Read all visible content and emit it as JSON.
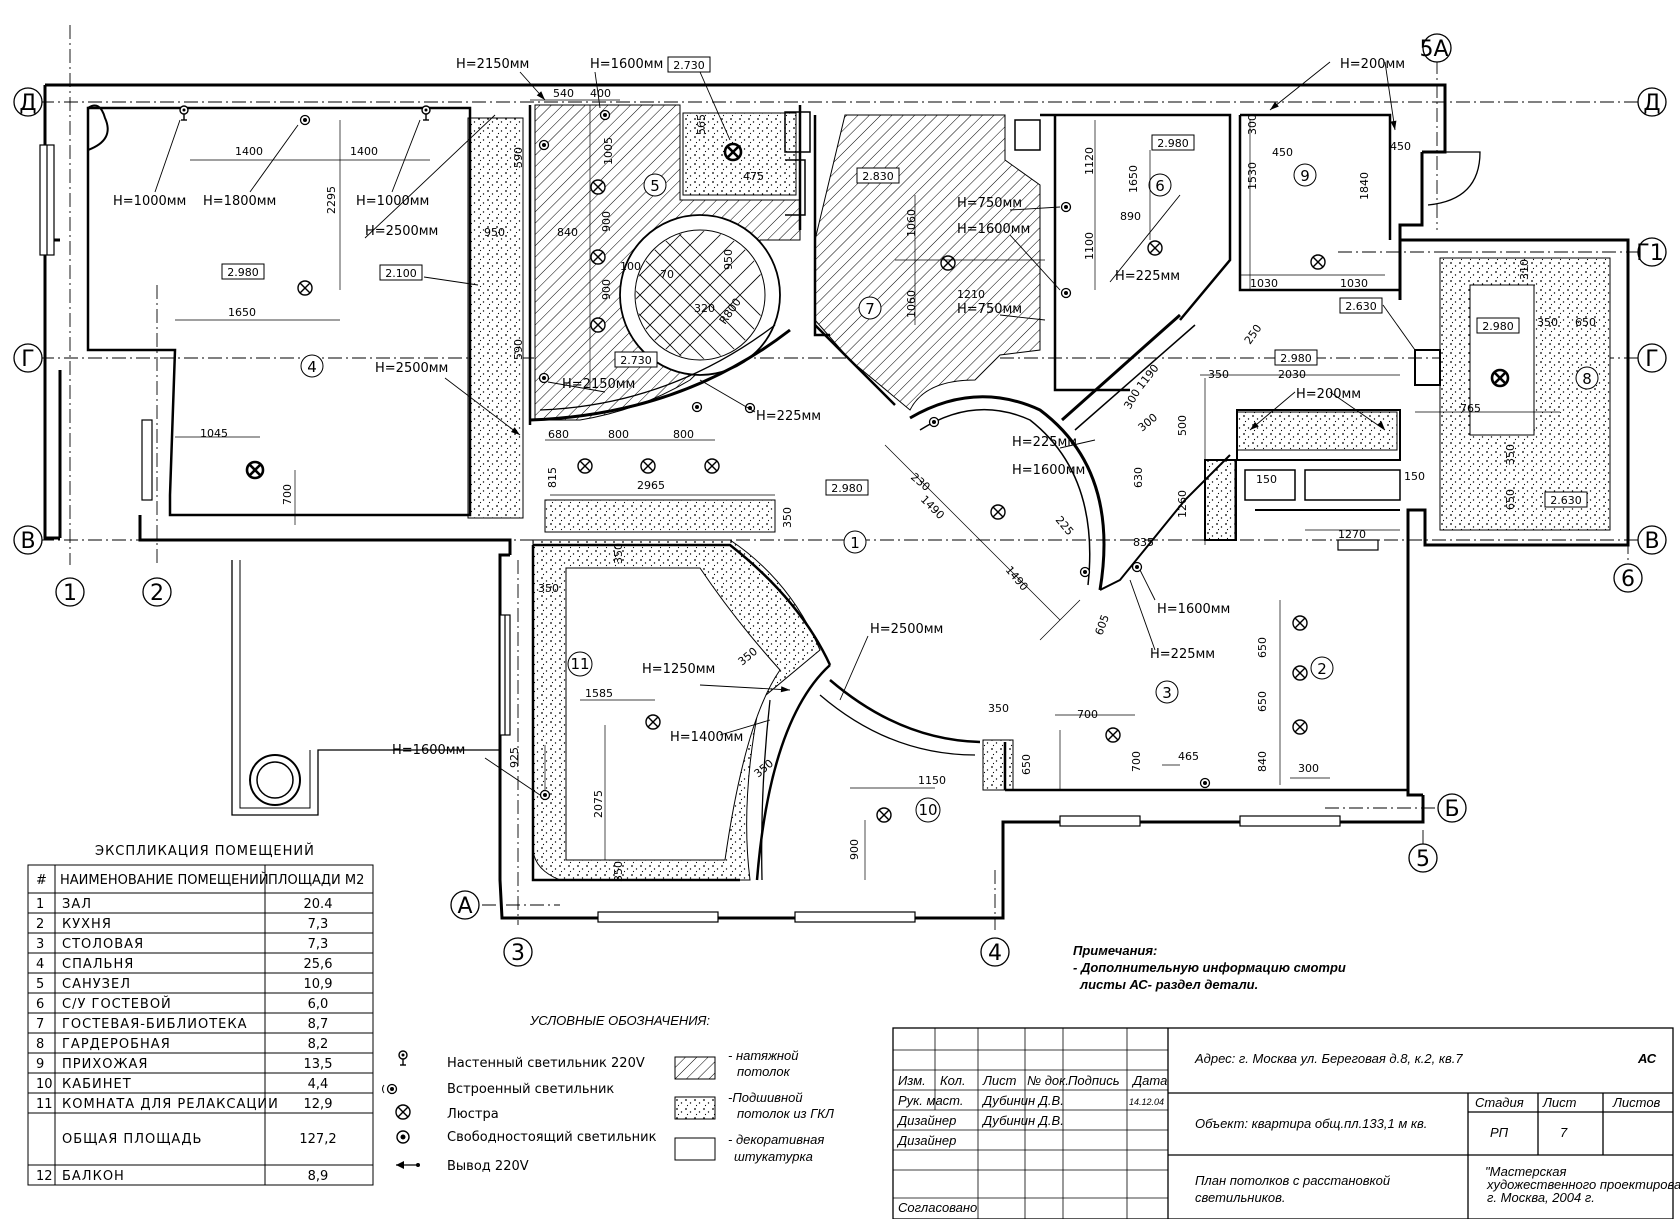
{
  "axes": {
    "vertical": [
      "1",
      "2",
      "3",
      "4",
      "5",
      "5А",
      "6"
    ],
    "horizontal": [
      "Д",
      "Г1",
      "Г",
      "В",
      "Б",
      "А"
    ]
  },
  "rooms": [
    {
      "num": "1"
    },
    {
      "num": "2"
    },
    {
      "num": "3"
    },
    {
      "num": "4"
    },
    {
      "num": "5"
    },
    {
      "num": "6"
    },
    {
      "num": "7"
    },
    {
      "num": "8"
    },
    {
      "num": "9"
    },
    {
      "num": "10"
    },
    {
      "num": "11"
    }
  ],
  "heights": {
    "h2150a": "Н=2150мм",
    "h1600a": "Н=1600мм",
    "h2730a": "2.730",
    "h1000a": "Н=1000мм",
    "h1800": "Н=1800мм",
    "h1000b": "Н=1000мм",
    "h2500a": "Н=2500мм",
    "h2100": "2.100",
    "h2980a": "2.980",
    "h2500b": "Н=2500мм",
    "h2730b": "2.730",
    "h2150b": "Н=2150мм",
    "h225a": "Н=225мм",
    "h2830": "2.830",
    "h750a": "Н=750мм",
    "h1600b": "Н=1600мм",
    "h750b": "Н=750мм",
    "h2980b": "2.980",
    "h225b": "Н=225мм",
    "h200a": "Н=200мм",
    "h2980c": "2.980",
    "h2630a": "2.630",
    "h2980d": "2.980",
    "h2980e": "2.980",
    "h2630b": "2.630",
    "h200b": "Н=200мм",
    "h225c": "Н=225мм",
    "h1600c": "Н=1600мм",
    "h2980f": "2.980",
    "h1600d": "Н=1600мм",
    "h225d": "Н=225мм",
    "h2500c": "Н=2500мм",
    "h1250": "Н=1250мм",
    "h1400": "Н=1400мм",
    "h1600e": "Н=1600мм"
  },
  "dims": {
    "d540": "540",
    "d400": "400",
    "d565": "565",
    "d475": "475",
    "d1400a": "1400",
    "d1400b": "1400",
    "d2295": "2295",
    "d590a": "590",
    "d950": "950",
    "d1005": "1005",
    "d840": "840",
    "d900a": "900",
    "d900b": "900",
    "d100": "100",
    "d70": "70",
    "d320": "320",
    "dR800": "R800",
    "d950b": "950",
    "d1650a": "1650",
    "d590b": "590",
    "d1045": "1045",
    "d700a": "700",
    "d680": "680",
    "d800a": "800",
    "d800b": "800",
    "d815": "815",
    "d2965": "2965",
    "d350a": "350",
    "d1060a": "1060",
    "d1060b": "1060",
    "d1210": "1210",
    "d1120": "1120",
    "d1650b": "1650",
    "d1100": "1100",
    "d890": "890",
    "d300a": "300",
    "d450a": "450",
    "d450b": "450",
    "d1530": "1530",
    "d1840": "1840",
    "d1030a": "1030",
    "d1030b": "1030",
    "d250": "250",
    "d1190": "1190",
    "d300b": "300",
    "d300c": "300",
    "d350b": "350",
    "d2030": "2030",
    "d500": "500",
    "d630": "630",
    "d1260": "1260",
    "d150a": "150",
    "d150b": "150",
    "d835": "835",
    "d1270": "1270",
    "d310": "310",
    "d350c": "350",
    "d650a": "650",
    "d765": "765",
    "d350d": "350",
    "d650b": "650",
    "d230": "230",
    "d1490a": "1490",
    "d225": "225",
    "d1490b": "1490",
    "d605": "605",
    "d350e": "350",
    "d350f": "350",
    "d1585": "1585",
    "d350g": "350",
    "d350h": "350",
    "d2075": "2075",
    "d350i": "350",
    "d925": "925",
    "d650c": "650",
    "d650d": "650",
    "d700b": "700",
    "d700c": "700",
    "d465": "465",
    "d840b": "840",
    "d300d": "300",
    "d350j": "350",
    "d650e": "650",
    "d1150": "1150",
    "d900c": "900"
  },
  "explication": {
    "title": "ЭКСПЛИКАЦИЯ   ПОМЕЩЕНИЙ",
    "headers": [
      "#",
      "НАИМЕНОВАНИЕ  ПОМЕЩЕНИЙ",
      "ПЛОЩАДИ М2"
    ],
    "rows": [
      {
        "n": "1",
        "name": "ЗАЛ",
        "area": "20.4"
      },
      {
        "n": "2",
        "name": "КУХНЯ",
        "area": "7,3"
      },
      {
        "n": "3",
        "name": "СТОЛОВАЯ",
        "area": "7,3"
      },
      {
        "n": "4",
        "name": "СПАЛЬНЯ",
        "area": "25,6"
      },
      {
        "n": "5",
        "name": "САНУЗЕЛ",
        "area": "10,9"
      },
      {
        "n": "6",
        "name": "С/У ГОСТЕВОЙ",
        "area": "6,0"
      },
      {
        "n": "7",
        "name": "ГОСТЕВАЯ-БИБЛИОТЕКА",
        "area": "8,7"
      },
      {
        "n": "8",
        "name": "ГАРДЕРОБНАЯ",
        "area": "8,2"
      },
      {
        "n": "9",
        "name": "ПРИХОЖАЯ",
        "area": "13,5"
      },
      {
        "n": "10",
        "name": "КАБИНЕТ",
        "area": "4,4"
      },
      {
        "n": "11",
        "name": "КОМНАТА ДЛЯ РЕЛАКСАЦИИ",
        "area": "12,9"
      },
      {
        "n": "",
        "name": "ОБЩАЯ   ПЛОЩАДЬ",
        "area": "127,2"
      },
      {
        "n": "12",
        "name": "БАЛКОН",
        "area": "8,9"
      }
    ]
  },
  "legend": {
    "title": "УСЛОВНЫЕ ОБОЗНАЧЕНИЯ:",
    "symbols": [
      {
        "icon": "wall-lamp-icon",
        "text": "Настенный светильник 220V"
      },
      {
        "icon": "recessed-lamp-icon",
        "text": "Встроенный светильник"
      },
      {
        "icon": "chandelier-icon",
        "text": "Люстра"
      },
      {
        "icon": "floor-lamp-icon",
        "text": "Свободностоящий светильник"
      },
      {
        "icon": "outlet-220v-icon",
        "text": "Вывод 220V"
      }
    ],
    "fills": [
      {
        "pattern": "hatch",
        "line1": "- натяжной",
        "line2": "потолок"
      },
      {
        "pattern": "dots",
        "line1": "-Подшивной",
        "line2": "потолок из ГКЛ"
      },
      {
        "pattern": "blank",
        "line1": "- декоративная",
        "line2": "штукатурка"
      }
    ]
  },
  "note": {
    "title": "Примечания:",
    "line1": "- Дополнительную информацию смотри",
    "line2": "листы АС-  раздел детали."
  },
  "stamp": {
    "address": "Адрес: г. Москва ул. Береговая д.8, к.2, кв.7",
    "code": "АС",
    "object": "Объект: квартира общ.пл.133,1 м кв.",
    "title1": "План потолков с расстановкой",
    "title2": "светильников.",
    "headers": [
      "Изм.",
      "Кол.",
      "Лист",
      "№ док.",
      "Подпись",
      "Дата"
    ],
    "roles": [
      {
        "role": "Рук. маст.",
        "name": "Дубинин Д.В.",
        "date": "14.12.04"
      },
      {
        "role": "Дизайнер",
        "name": "Дубинин Д.В.",
        "date": ""
      },
      {
        "role": "Дизайнер",
        "name": "",
        "date": ""
      }
    ],
    "agreed": "Согласовано",
    "stage_h": "Стадия",
    "sheet_h": "Лист",
    "sheets_h": "Листов",
    "stage": "РП",
    "sheet": "7",
    "org1": "\"Мастерская",
    "org2": "художественного проектирования \"",
    "org3": "г. Москва, 2004 г."
  }
}
